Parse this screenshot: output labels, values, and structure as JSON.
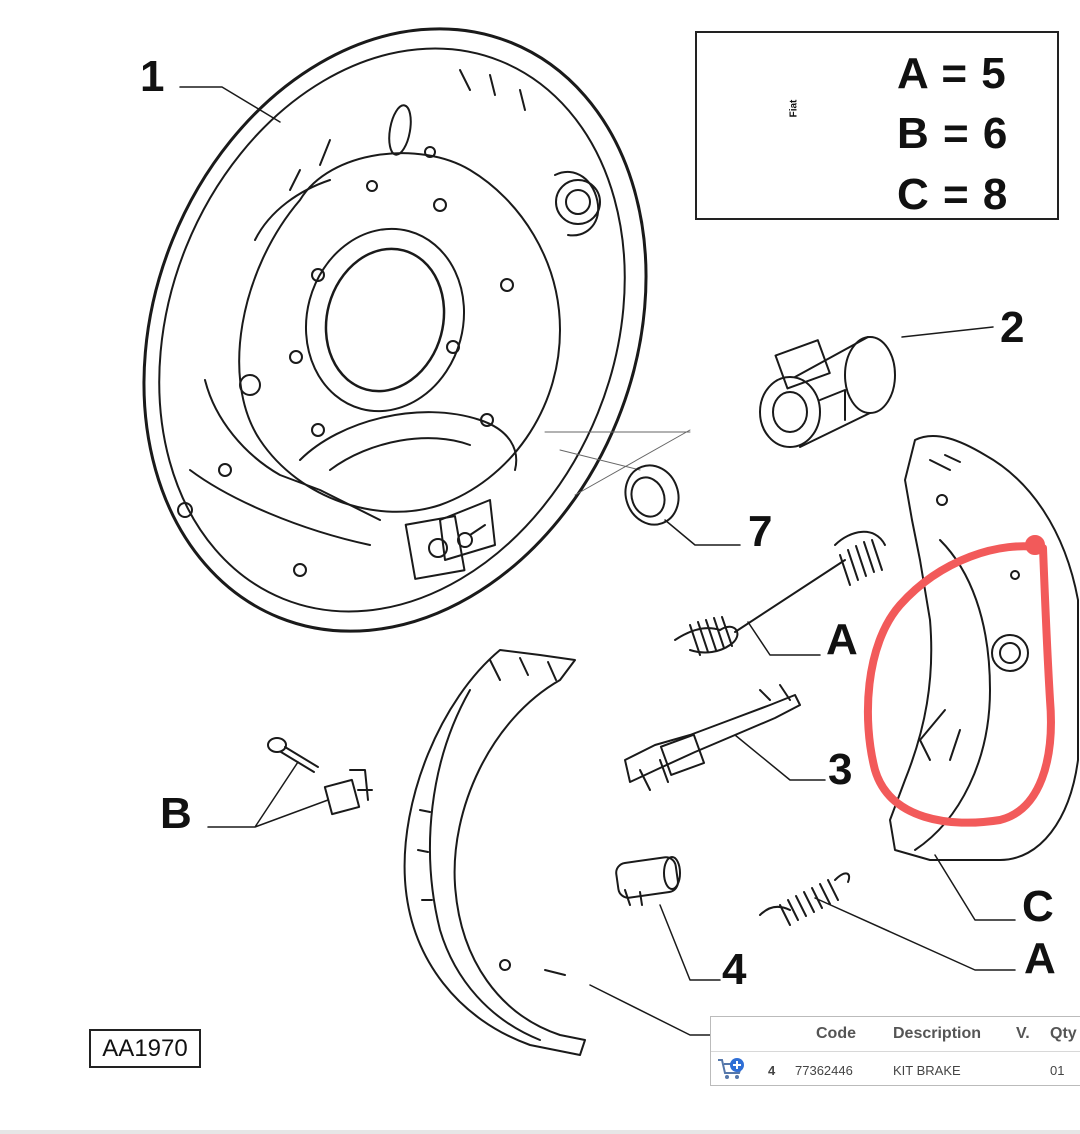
{
  "diagram": {
    "callouts": {
      "part_1": "1",
      "part_2": "2",
      "part_3": "3",
      "part_4": "4",
      "part_7": "7",
      "a_upper": "A",
      "a_lower": "A",
      "b": "B",
      "c": "C"
    },
    "legend": {
      "line_a": "A = 5",
      "line_b": "B = 6",
      "line_c": "C = 8",
      "kit_brand": "Fiat"
    },
    "drawing_code": "AA1970",
    "highlight_color": "#f25a5a"
  },
  "parts_table": {
    "headers": {
      "code": "Code",
      "description": "Description",
      "version": "V.",
      "qty": "Qty"
    },
    "rows": [
      {
        "ref": "4",
        "code": "77362446",
        "description": "KIT BRAKE",
        "qty": "01"
      }
    ]
  }
}
